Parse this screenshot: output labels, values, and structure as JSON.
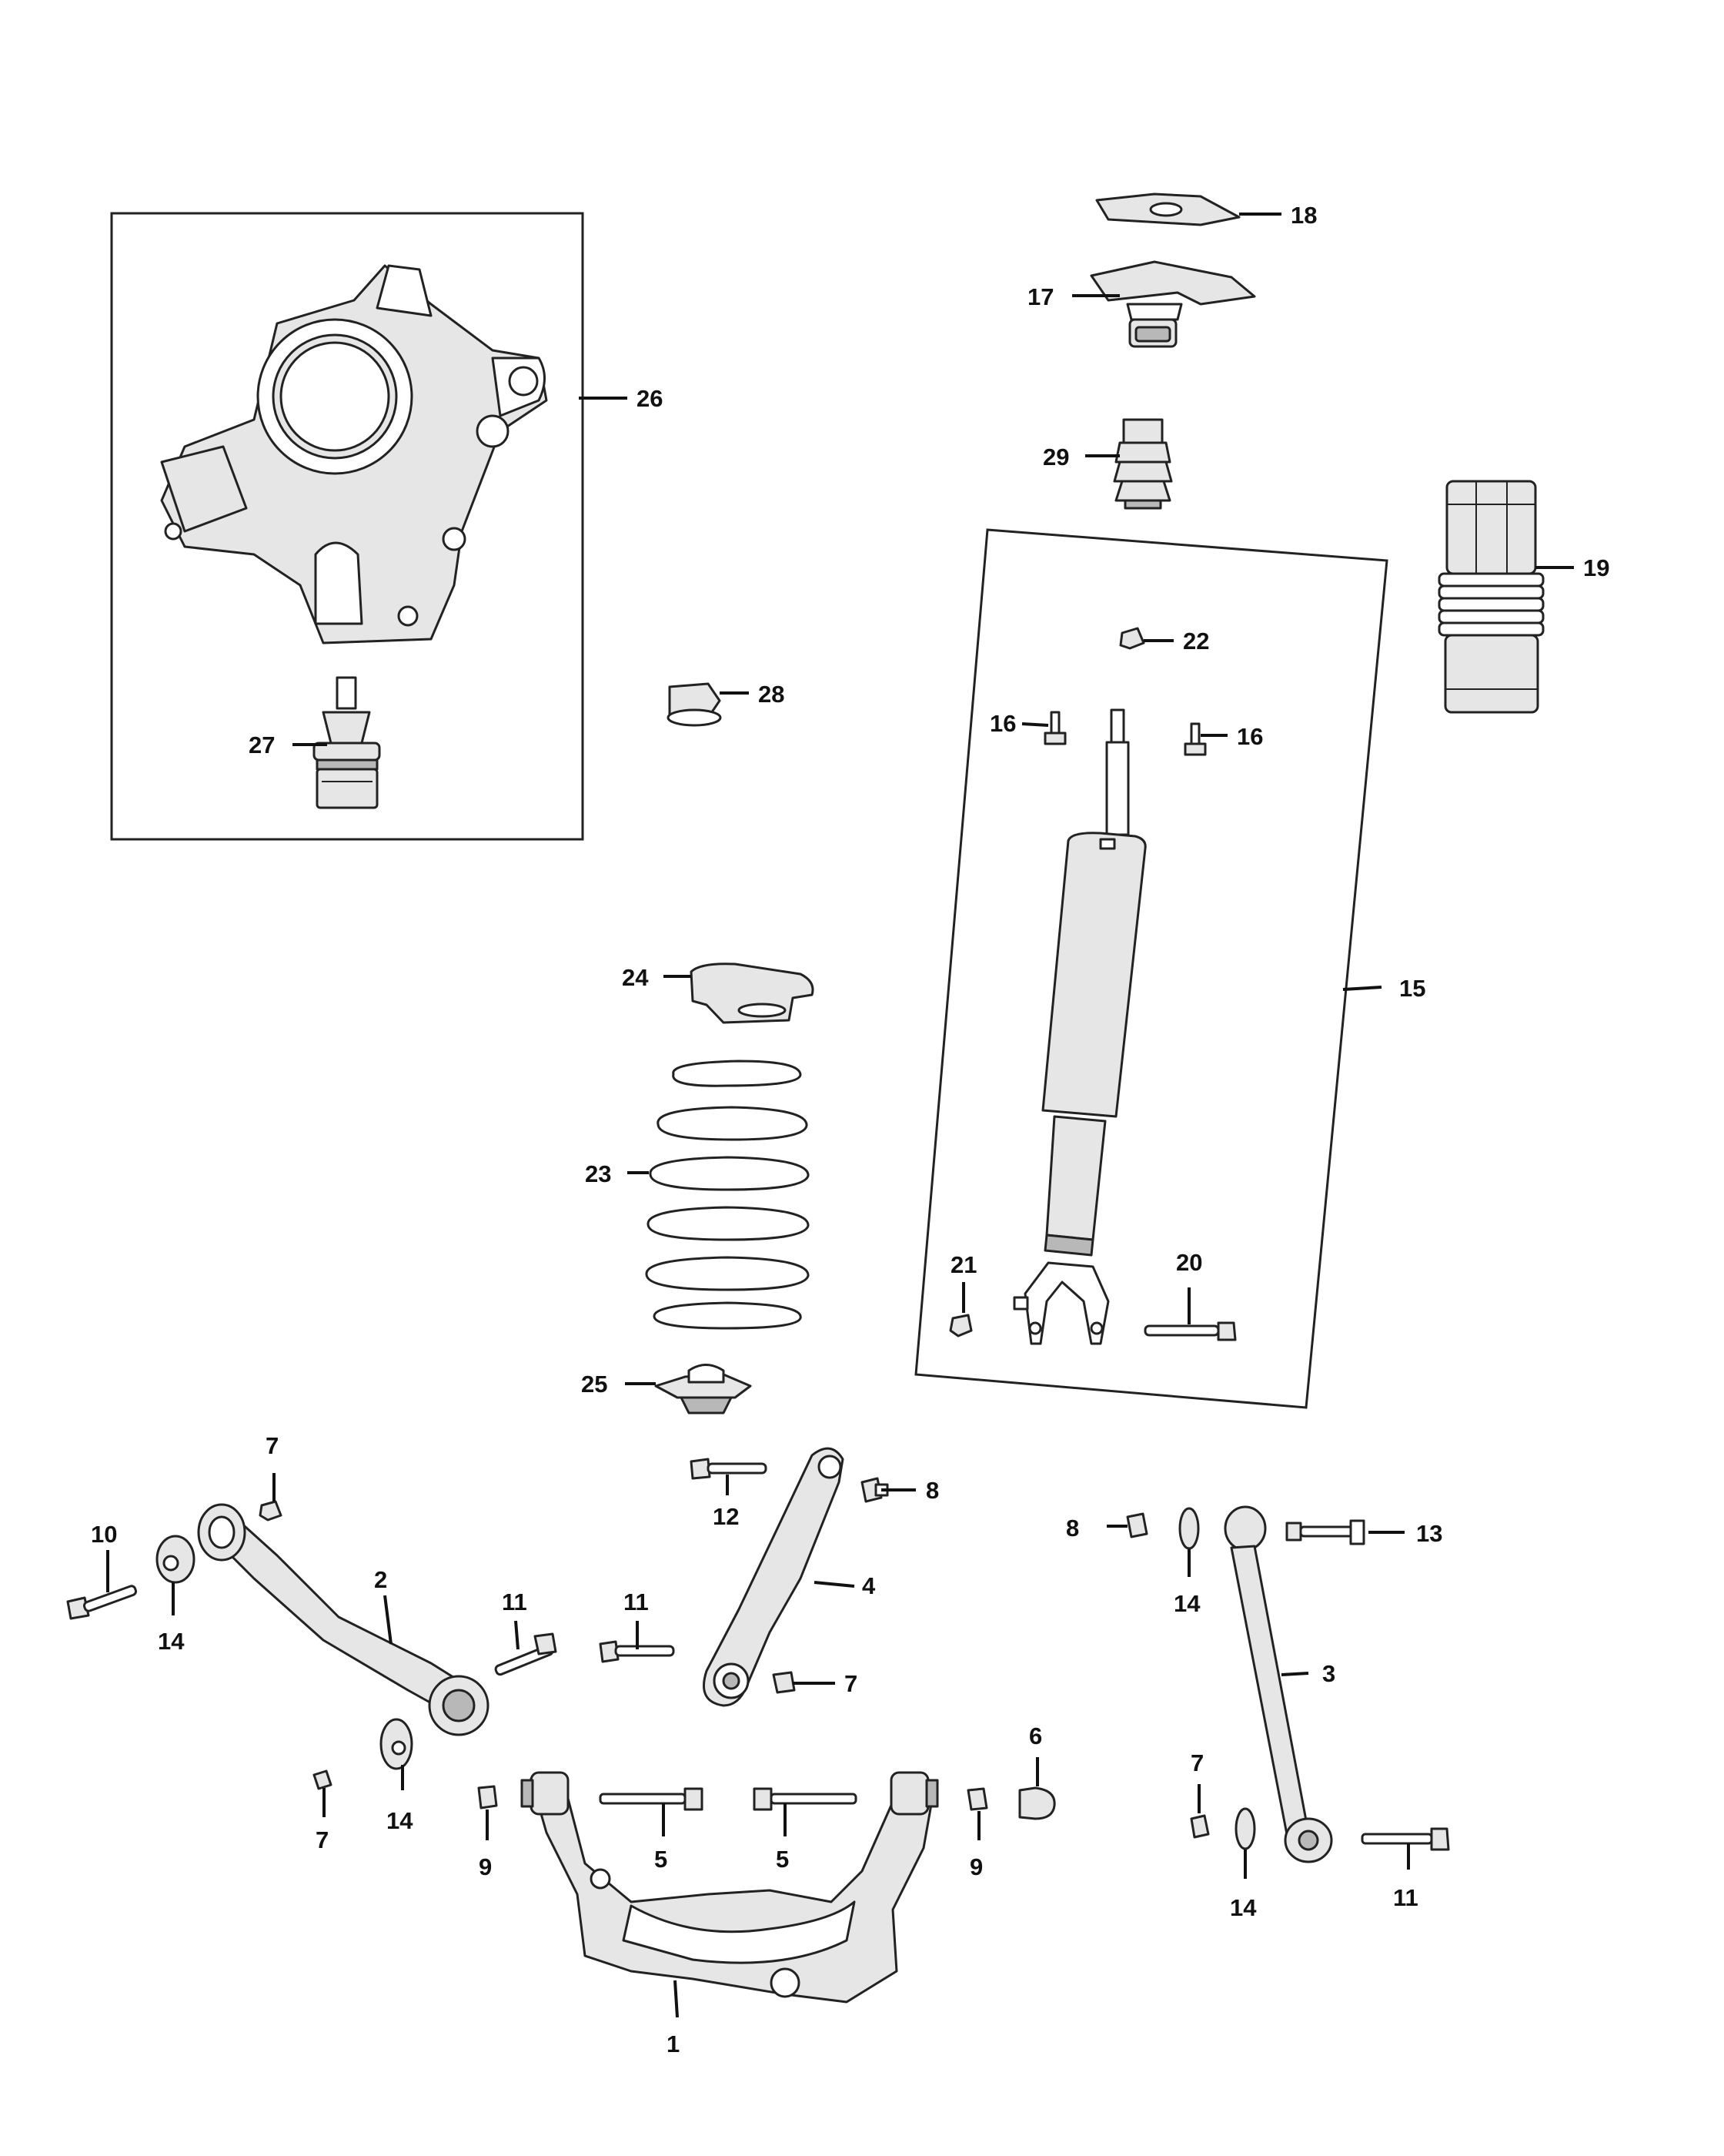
{
  "callouts": {
    "c1": "1",
    "c2": "2",
    "c3": "3",
    "c4": "4",
    "c5a": "5",
    "c5b": "5",
    "c6": "6",
    "c7a": "7",
    "c7b": "7",
    "c7c": "7",
    "c7d": "7",
    "c8a": "8",
    "c8b": "8",
    "c9a": "9",
    "c9b": "9",
    "c10": "10",
    "c11a": "11",
    "c11b": "11",
    "c11c": "11",
    "c12": "12",
    "c13": "13",
    "c14a": "14",
    "c14b": "14",
    "c14c": "14",
    "c14d": "14",
    "c15": "15",
    "c16a": "16",
    "c16b": "16",
    "c17": "17",
    "c18": "18",
    "c19": "19",
    "c20": "20",
    "c21": "21",
    "c22": "22",
    "c23": "23",
    "c24": "24",
    "c25": "25",
    "c26": "26",
    "c27": "27",
    "c28": "28",
    "c29": "29"
  }
}
